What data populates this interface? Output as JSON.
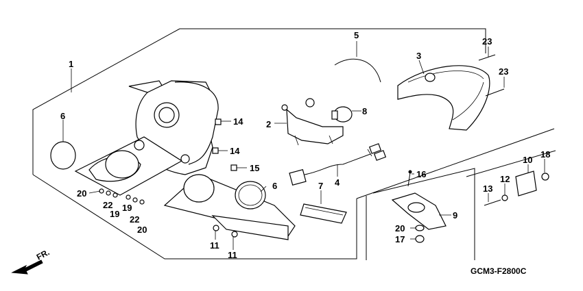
{
  "diagram": {
    "callouts": [
      {
        "id": "c1",
        "text": "1"
      },
      {
        "id": "c2",
        "text": "2"
      },
      {
        "id": "c3",
        "text": "3"
      },
      {
        "id": "c4",
        "text": "4"
      },
      {
        "id": "c5",
        "text": "5"
      },
      {
        "id": "c6a",
        "text": "6"
      },
      {
        "id": "c6b",
        "text": "6"
      },
      {
        "id": "c7",
        "text": "7"
      },
      {
        "id": "c8",
        "text": "8"
      },
      {
        "id": "c9",
        "text": "9"
      },
      {
        "id": "c10",
        "text": "10"
      },
      {
        "id": "c11a",
        "text": "11"
      },
      {
        "id": "c11b",
        "text": "11"
      },
      {
        "id": "c12",
        "text": "12"
      },
      {
        "id": "c13",
        "text": "13"
      },
      {
        "id": "c14a",
        "text": "14"
      },
      {
        "id": "c14b",
        "text": "14"
      },
      {
        "id": "c15",
        "text": "15"
      },
      {
        "id": "c16",
        "text": "16"
      },
      {
        "id": "c17",
        "text": "17"
      },
      {
        "id": "c18",
        "text": "18"
      },
      {
        "id": "c19a",
        "text": "19"
      },
      {
        "id": "c19b",
        "text": "19"
      },
      {
        "id": "c20a",
        "text": "20"
      },
      {
        "id": "c20b",
        "text": "20"
      },
      {
        "id": "c20c",
        "text": "20"
      },
      {
        "id": "c22a",
        "text": "22"
      },
      {
        "id": "c22b",
        "text": "22"
      },
      {
        "id": "c23a",
        "text": "23"
      },
      {
        "id": "c23b",
        "text": "23"
      }
    ],
    "direction_label": "FR.",
    "diagram_code": "GCM3-F2800C"
  }
}
